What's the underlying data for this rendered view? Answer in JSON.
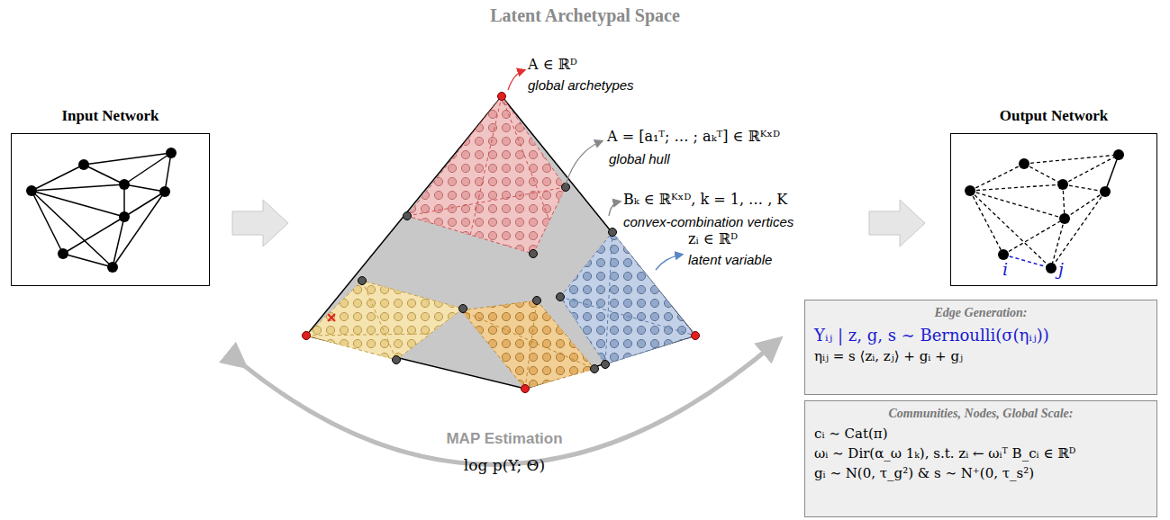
{
  "diagram": {
    "title": "Latent Archetypal Space",
    "nodes": [
      {
        "text": [
          "Input Network"
        ]
      },
      {
        "text": [
          "Output Network"
        ]
      },
      {
        "text": [
          "Edge Generation:",
          "Yᵢⱼ | z, g, s ∼ Bernoulli(σ(ηᵢⱼ))",
          "ηᵢⱼ = s ⟨zᵢ, zⱼ⟩ + gᵢ + gⱼ"
        ]
      },
      {
        "text": [
          "Communities, Nodes, Global Scale:",
          "cᵢ ∼ Cat(π)",
          "ωᵢ ∼ Dir(α_ω 1ₖ), s.t. zᵢ ← ωᵢᵀ B_cᵢ ∈ ℝᴰ",
          "gᵢ ∼ N(0, τ_g²) & s ∼ N⁺(0, τ_s²)"
        ]
      }
    ],
    "labels": [
      "A ∈ ℝᴰ",
      "global archetypes",
      "A = [a₁ᵀ; … ; aₖᵀ] ∈ ℝᴷˣᴰ",
      "global hull",
      "Bₖ ∈ ℝᴷˣᴰ, k = 1, … , K",
      "convex-combination vertices",
      "zᵢ ∈ ℝᴰ",
      "latent variable",
      "i",
      "j",
      "MAP Estimation",
      "log p(Y; Θ)"
    ]
  }
}
